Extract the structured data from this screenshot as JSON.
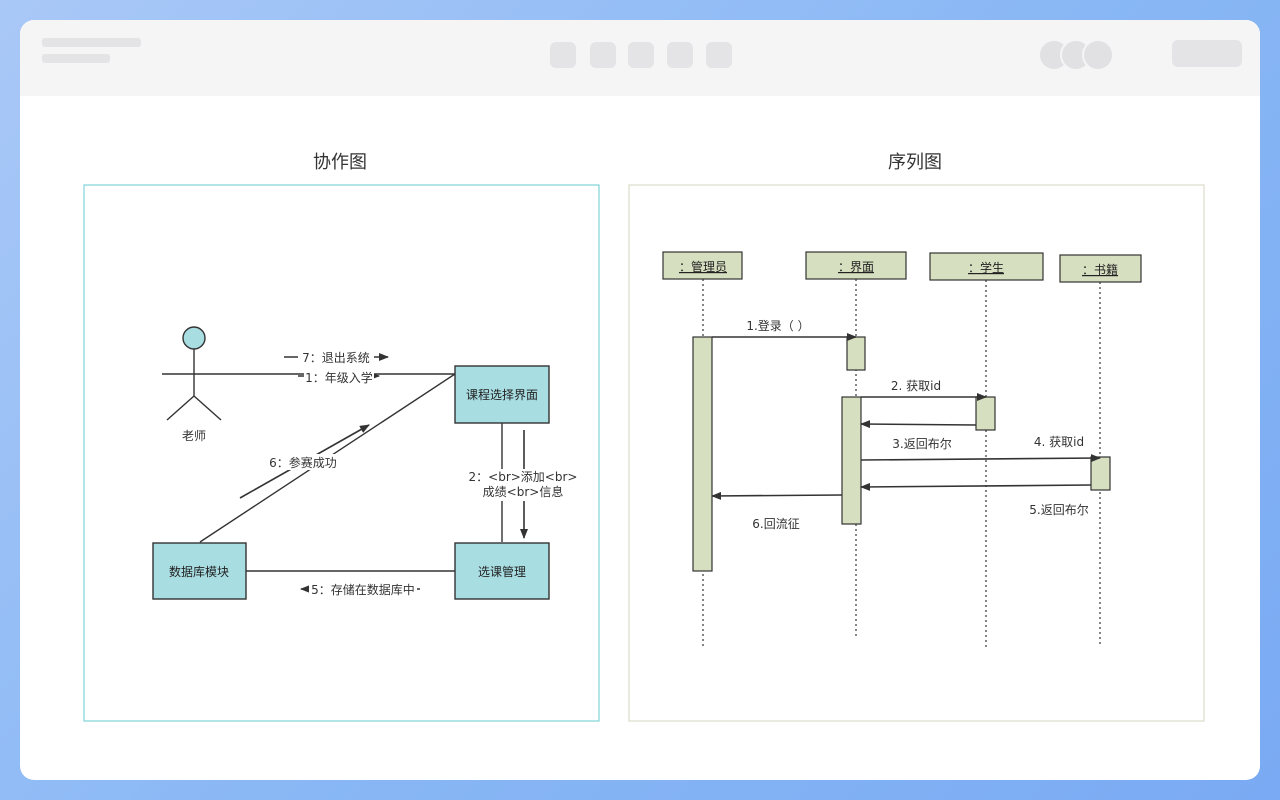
{
  "collab": {
    "title": "协作图",
    "actor_label": "老师",
    "nodes": {
      "course_ui": "课程选择界面",
      "db_module": "数据库模块",
      "course_mgmt": "选课管理"
    },
    "messages": {
      "m7": "7：退出系统",
      "m1": "1：年级入学",
      "m6": "6：参赛成功",
      "m2_line1": "2：<br>添加<br>",
      "m2_line2": "成绩<br>信息",
      "m5": "5：存储在数据库中"
    }
  },
  "seq": {
    "title": "序列图",
    "lifelines": {
      "admin": "：管理员",
      "ui": "：界面",
      "student": "：学生",
      "book": "：书籍"
    },
    "messages": {
      "m1": "1.登录（ ）",
      "m2": "2. 获取id",
      "m3": "3.返回布尔",
      "m4": "4. 获取id",
      "m5": "5.返回布尔",
      "m6": "6.回流征"
    }
  },
  "colors": {
    "collab_fill": "#a8dde2",
    "collab_border": "#7fd3d8",
    "seq_fill": "#d6dfc0",
    "seq_border": "#dcdccb"
  }
}
